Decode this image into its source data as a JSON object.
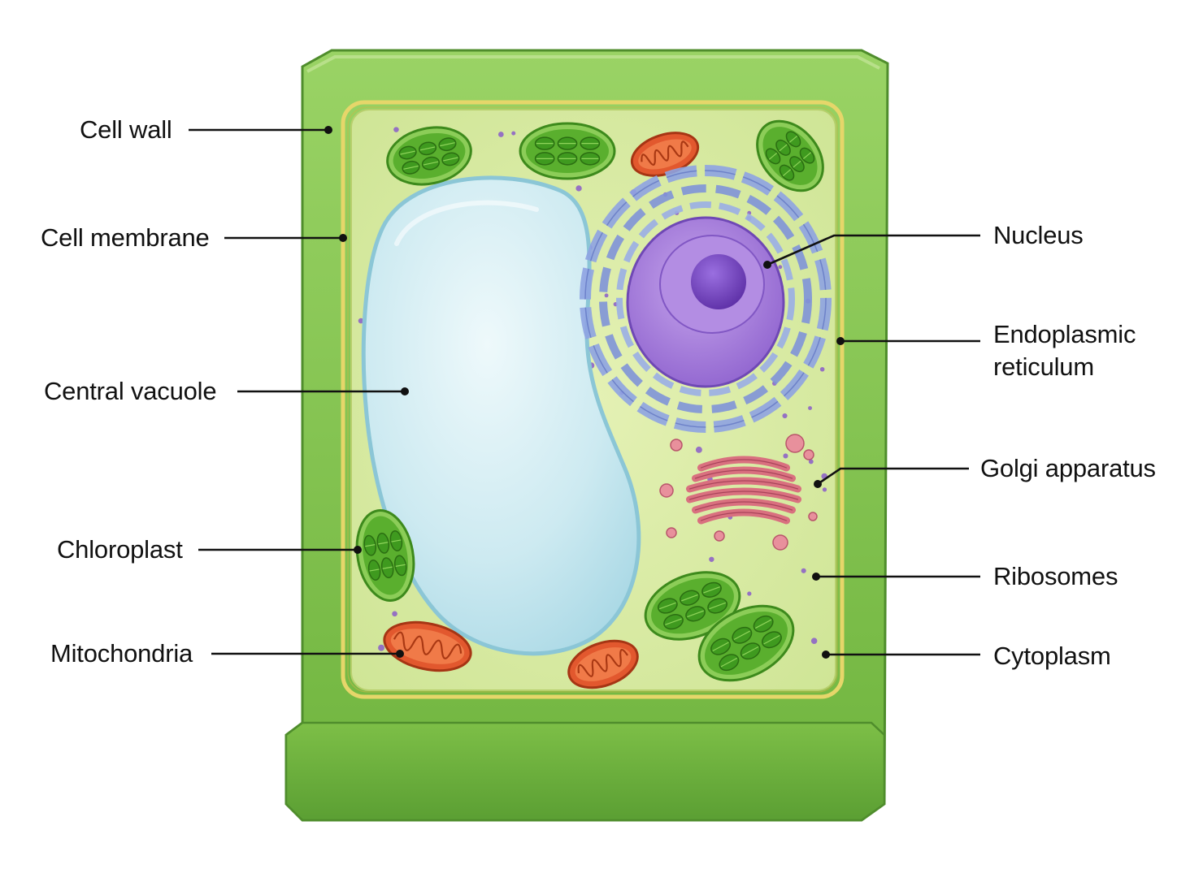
{
  "labels": {
    "cell_wall": "Cell wall",
    "cell_membrane": "Cell membrane",
    "central_vacuole": "Central vacuole",
    "chloroplast": "Chloroplast",
    "mitochondria": "Mitochondria",
    "nucleus": "Nucleus",
    "endoplasmic_reticulum_line1": "Endoplasmic",
    "endoplasmic_reticulum_line2": "reticulum",
    "golgi_apparatus": "Golgi apparatus",
    "ribosomes": "Ribosomes",
    "cytoplasm": "Cytoplasm"
  },
  "colors": {
    "cell_wall": "#7cc04a",
    "cell_wall_dark": "#5a9a33",
    "cell_membrane": "#e8d96a",
    "cytoplasm": "#d8eba0",
    "vacuole": "#cfeaf0",
    "vacuole_edge": "#8fcbd9",
    "chloroplast": "#5aaf2e",
    "mitochondria": "#e2582e",
    "nucleus": "#a77fd6",
    "nucleolus": "#7a4bc4",
    "endoplasmic_reticulum": "#8a9fe0",
    "golgi": "#d9707f",
    "ribosome": "#8a5cc9"
  }
}
